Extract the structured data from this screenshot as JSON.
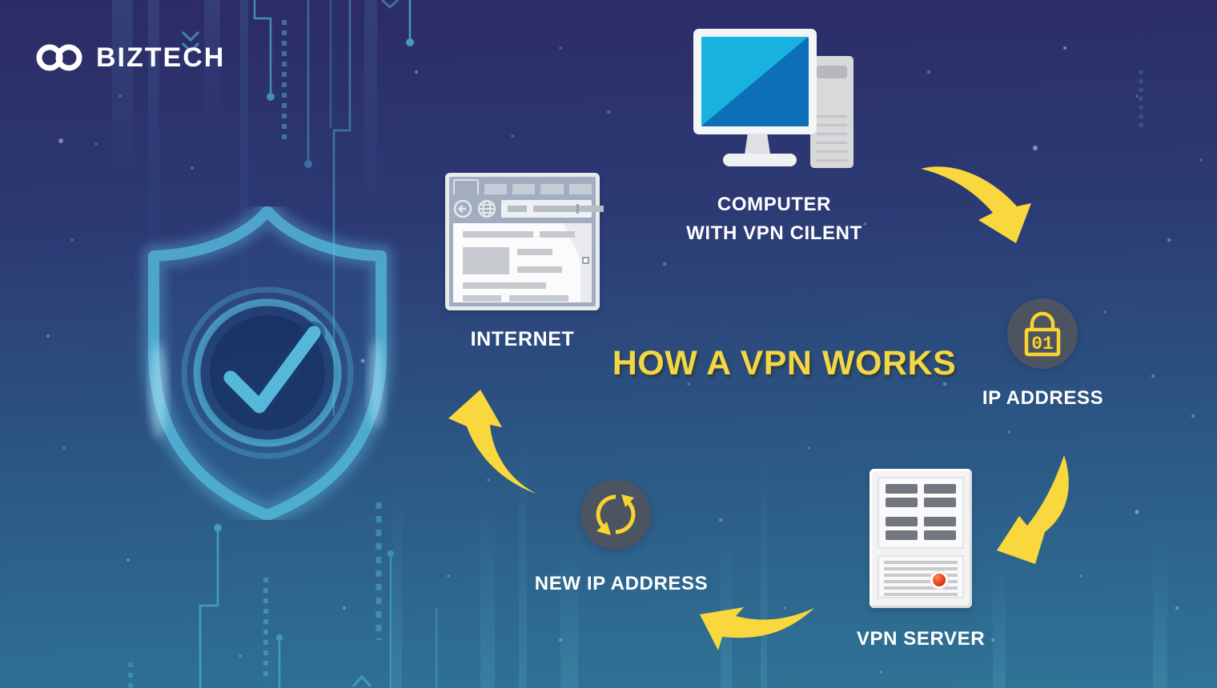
{
  "brand": {
    "name": "BIZTECH"
  },
  "title": "HOW A VPN WORKS",
  "diagram": {
    "internet": {
      "label": "INTERNET"
    },
    "computer": {
      "label_line1": "COMPUTER",
      "label_line2": "WITH VPN CILENT"
    },
    "ip_address": {
      "label": "IP ADDRESS",
      "lock_digits": "01"
    },
    "vpn_server": {
      "label": "VPN SERVER"
    },
    "new_ip_address": {
      "label": "NEW IP ADDRESS"
    }
  },
  "colors": {
    "background_top": "#2c2b66",
    "background_bottom": "#2f7496",
    "accent_yellow": "#f8d83c",
    "title_yellow": "#f2d644",
    "circuit_cyan": "#4db6d6",
    "icon_circle_background": "#4d5461",
    "screen_light_blue": "#17b2dd",
    "screen_dark_blue": "#0c6fb7",
    "led_red": "#e33912",
    "text_white": "#ffffff",
    "shield_cyan": "#5acdeb"
  }
}
